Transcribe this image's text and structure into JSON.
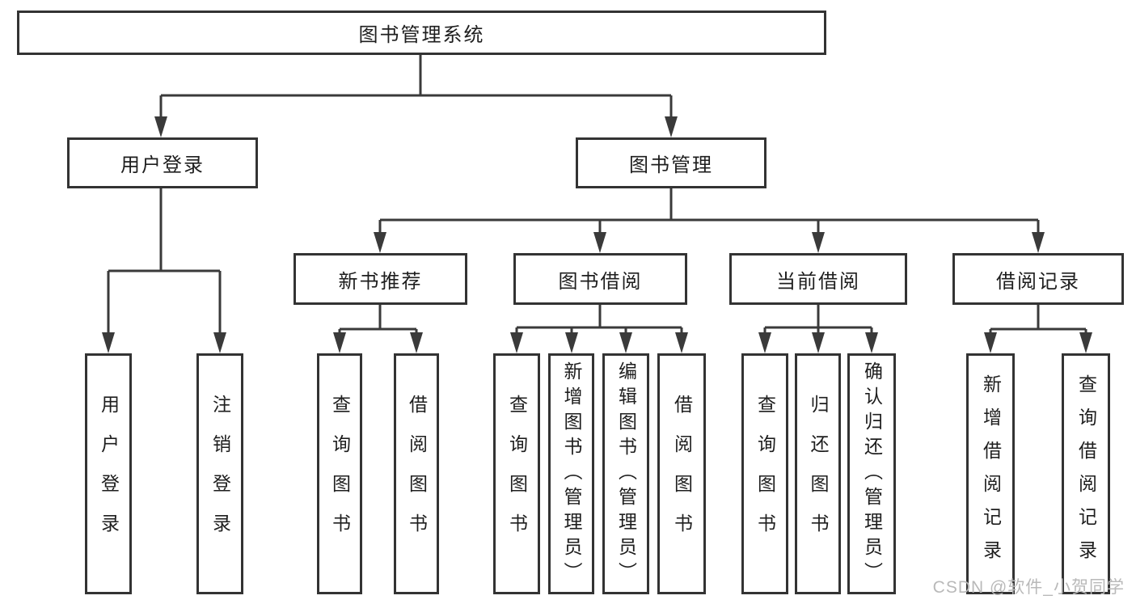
{
  "diagram_title": "图书管理系统",
  "tree": {
    "root": "图书管理系统",
    "children": [
      {
        "label": "用户登录",
        "children": [
          {
            "label": "用户登录"
          },
          {
            "label": "注销登录"
          }
        ]
      },
      {
        "label": "图书管理",
        "children": [
          {
            "label": "新书推荐",
            "children": [
              {
                "label": "查询图书"
              },
              {
                "label": "借阅图书"
              }
            ]
          },
          {
            "label": "图书借阅",
            "children": [
              {
                "label": "查询图书"
              },
              {
                "label": "新增图书（管理员）"
              },
              {
                "label": "编辑图书（管理员）"
              },
              {
                "label": "借阅图书"
              }
            ]
          },
          {
            "label": "当前借阅",
            "children": [
              {
                "label": "查询图书"
              },
              {
                "label": "归还图书"
              },
              {
                "label": "确认归还（管理员）"
              }
            ]
          },
          {
            "label": "借阅记录",
            "children": [
              {
                "label": "新增借阅记录"
              },
              {
                "label": "查询借阅记录"
              }
            ]
          }
        ]
      }
    ]
  },
  "watermark": "CSDN @软件_小贺同学",
  "colors": {
    "line": "#3a3a3a",
    "box_border": "#333333",
    "text": "#1e1e1e",
    "watermark": "#b9b9b9",
    "background": "#ffffff"
  }
}
